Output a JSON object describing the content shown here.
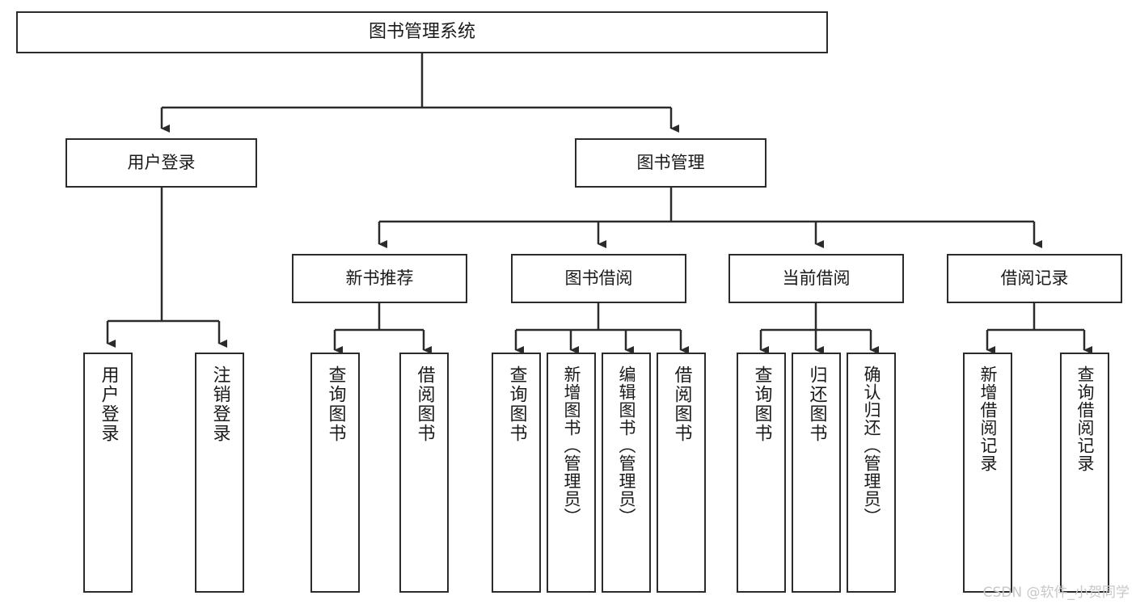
{
  "diagram": {
    "title": "图书管理系统",
    "type": "tree-hierarchy",
    "root": {
      "label": "图书管理系统"
    },
    "level2": [
      {
        "label": "用户登录"
      },
      {
        "label": "图书管理"
      }
    ],
    "level3": [
      {
        "label": "新书推荐"
      },
      {
        "label": "图书借阅"
      },
      {
        "label": "当前借阅"
      },
      {
        "label": "借阅记录"
      }
    ],
    "leaves": {
      "user_login": [
        {
          "label": "用户登录"
        },
        {
          "label": "注销登录"
        }
      ],
      "new_book": [
        {
          "label": "查询图书"
        },
        {
          "label": "借阅图书"
        }
      ],
      "book_borrow": [
        {
          "label": "查询图书"
        },
        {
          "label": "新增图书（管理员）"
        },
        {
          "label": "编辑图书（管理员）"
        },
        {
          "label": "借阅图书"
        }
      ],
      "current_borrow": [
        {
          "label": "查询图书"
        },
        {
          "label": "归还图书"
        },
        {
          "label": "确认归还（管理员）"
        }
      ],
      "borrow_record": [
        {
          "label": "新增借阅记录"
        },
        {
          "label": "查询借阅记录"
        }
      ]
    }
  },
  "watermark": {
    "text": "CSDN @软件_小贺同学"
  },
  "colors": {
    "stroke": "#2b2b2b",
    "fill": "#ffffff",
    "text": "#1a1a1a",
    "watermark": "#c8c8c8"
  }
}
